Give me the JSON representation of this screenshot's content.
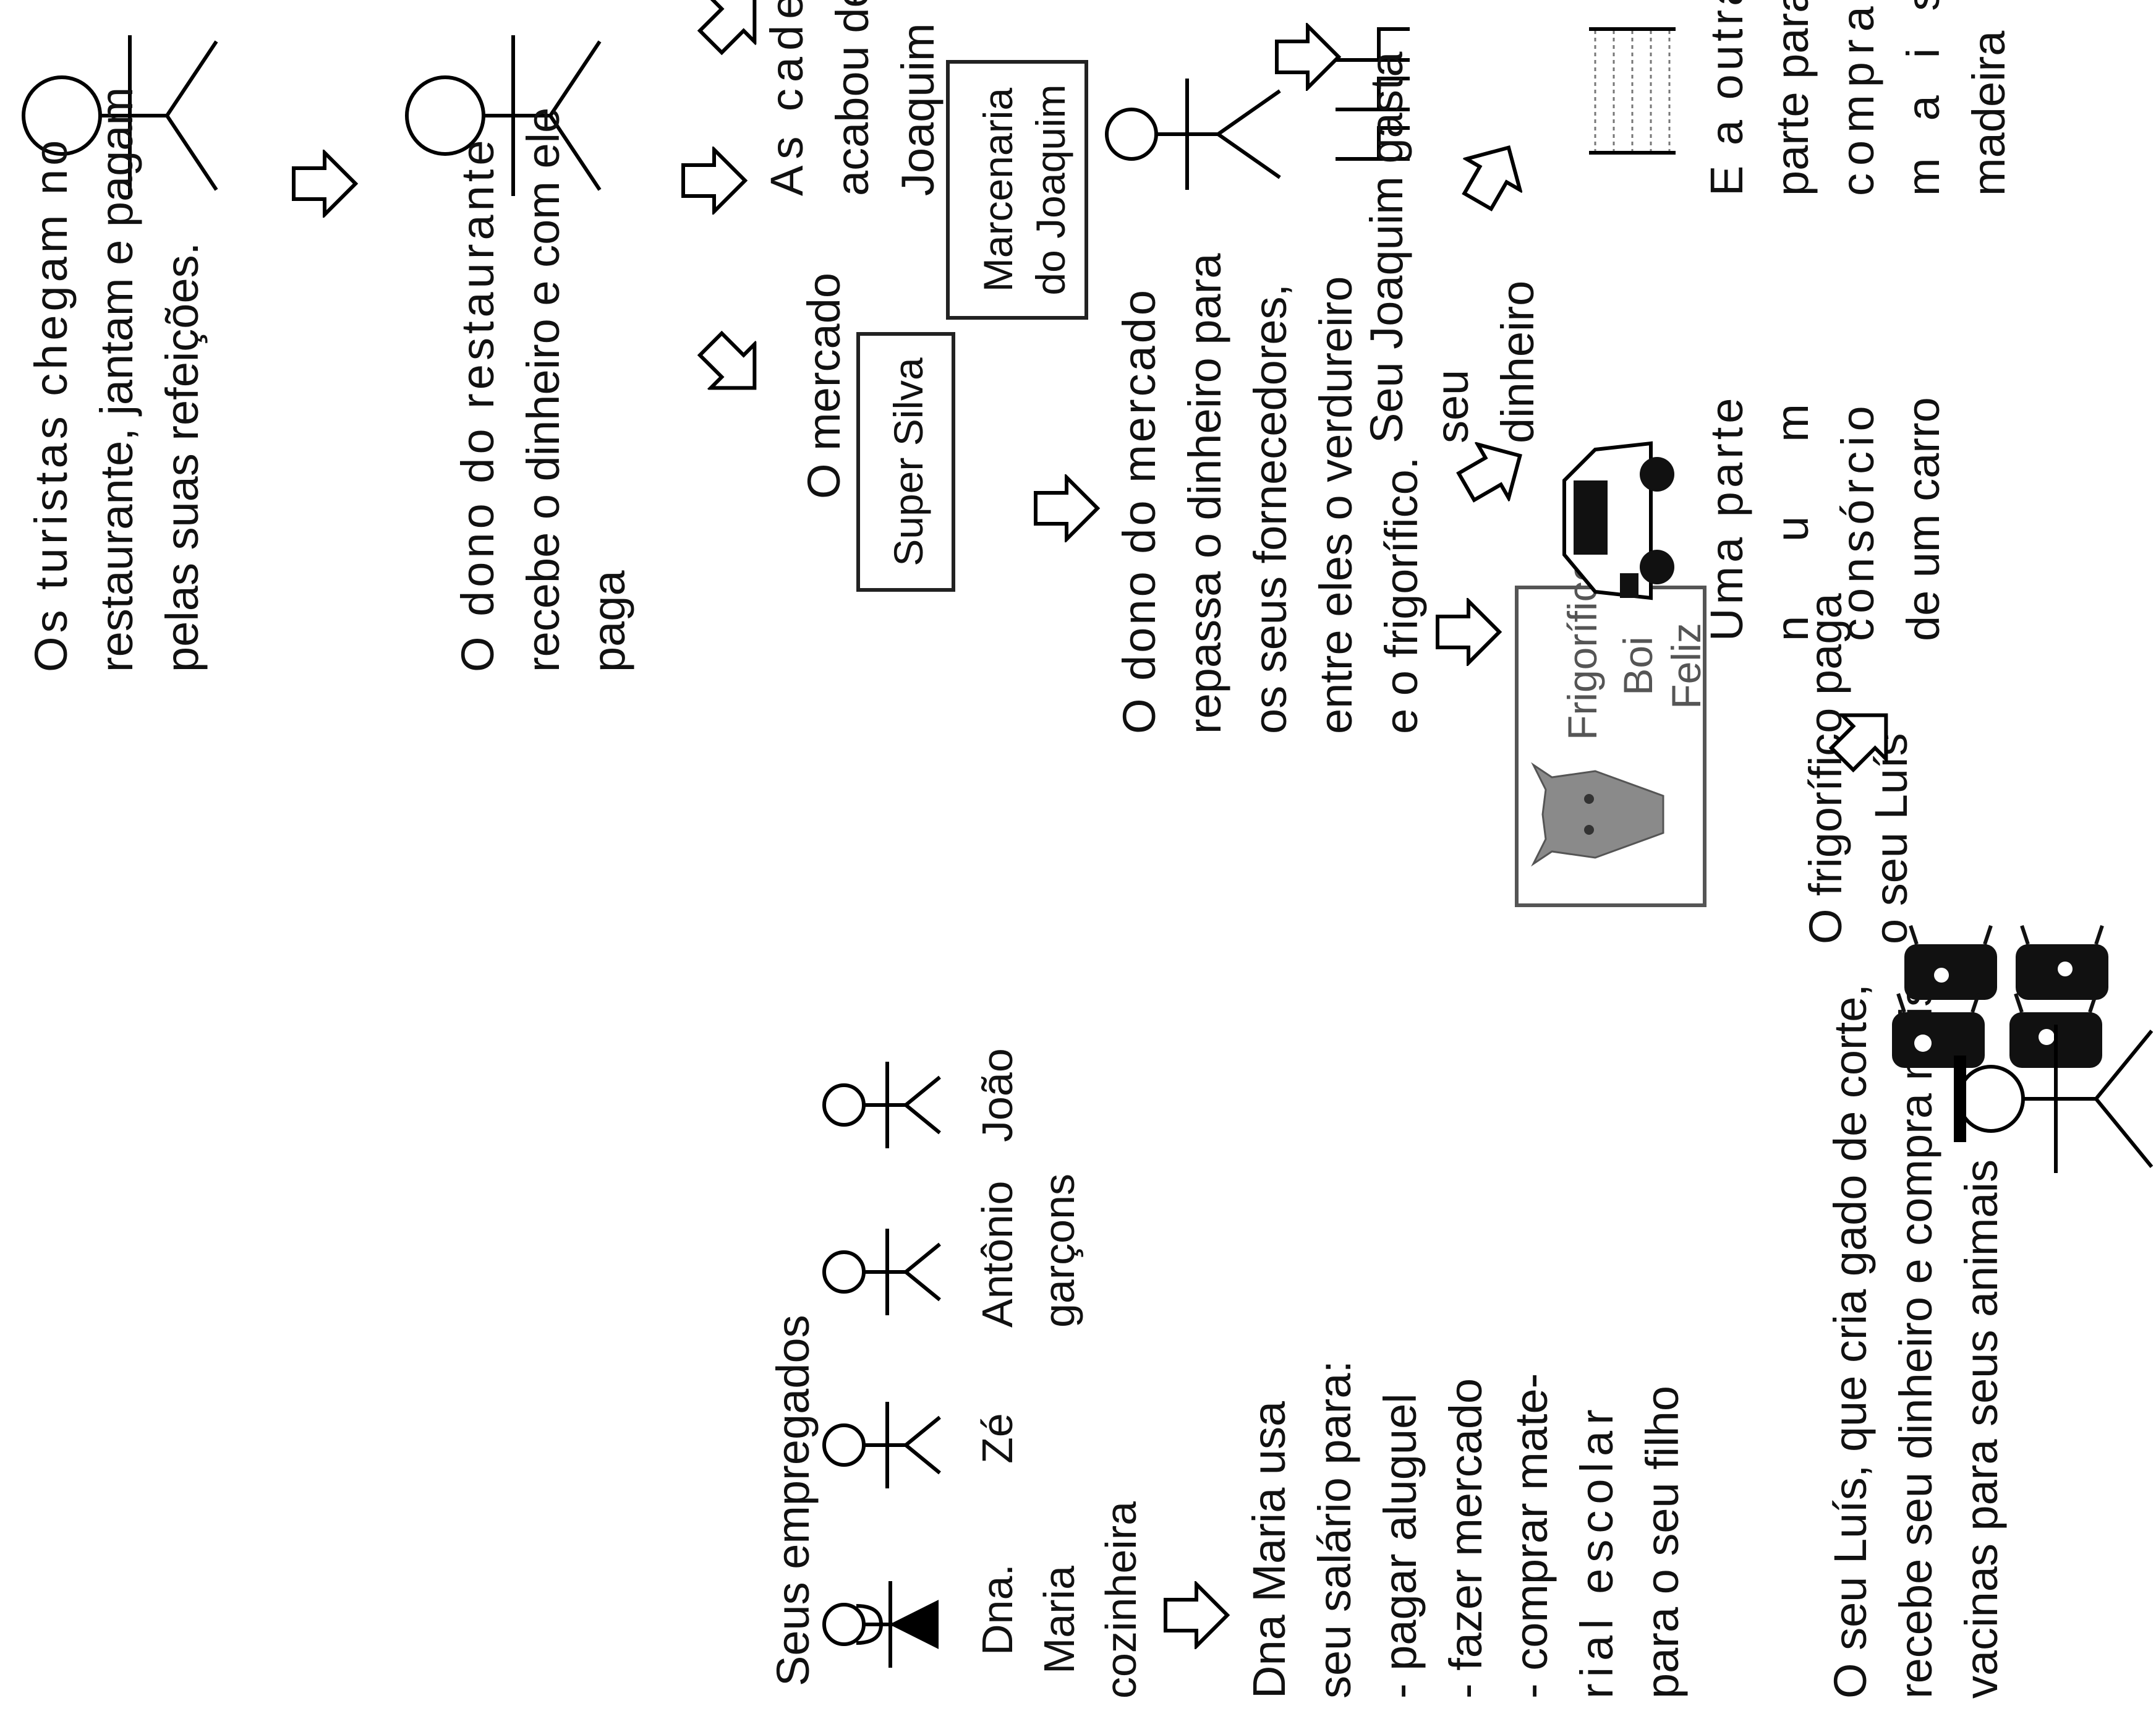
{
  "step1": {
    "lines": [
      "Os turistas chegam no",
      "restaurante, jantam e pagam",
      "pelas suas refeições."
    ]
  },
  "step2": {
    "lines": [
      "O dono do restaurante",
      "recebe o dinheiro e com ele",
      "paga"
    ]
  },
  "employees": {
    "title": "Seus empregados",
    "names": [
      "Dna.",
      "Zé",
      "Antônio",
      "João"
    ],
    "sub_maria": "Maria",
    "role_cook": "cozinheira",
    "role_waiters": "garçons"
  },
  "market": {
    "label": "O mercado",
    "sign": "Super Silva"
  },
  "carpentry": {
    "lines": [
      "As cadeiras novas que",
      "acabou de comprar do seu",
      "Joaquim"
    ],
    "sign": [
      "Marcenaria",
      "do Joaquim"
    ]
  },
  "maria_uses": {
    "lines": [
      "Dna Maria usa",
      "seu salário para:",
      "- pagar aluguel",
      "- fazer mercado",
      "- comprar mate-",
      "rial escolar",
      "para o seu filho"
    ]
  },
  "market_owner": {
    "lines": [
      "O dono do mercado",
      "repassa o dinheiro para",
      "os seus fornecedores,",
      "entre eles o verdureiro",
      "e o frigorífico."
    ]
  },
  "joaquim_spends": {
    "lines": [
      "Seu Joaquim gasta seu",
      "dinheiro"
    ]
  },
  "car_part": {
    "lines": [
      "Uma parte",
      "num",
      "consórcio",
      "de um carro"
    ]
  },
  "wood_part": {
    "lines": [
      "E a outra",
      "parte para",
      "comprar",
      "mais",
      "madeira"
    ]
  },
  "slaughterhouse": {
    "sign": [
      "Frigorífico",
      "Boi Feliz"
    ],
    "lines": [
      "O frigorífico paga",
      "o seu Luís"
    ]
  },
  "luis": {
    "lines": [
      "O seu Luís, que cria gado de corte,",
      "recebe seu dinheiro e compra mais",
      "vacinas para seus animais"
    ]
  },
  "icons": [
    "stick-figure-icon",
    "arrow-icon",
    "chair-icon",
    "car-icon",
    "wood-log-icon",
    "ox-head-icon",
    "cattle-icon",
    "farmer-icon"
  ]
}
